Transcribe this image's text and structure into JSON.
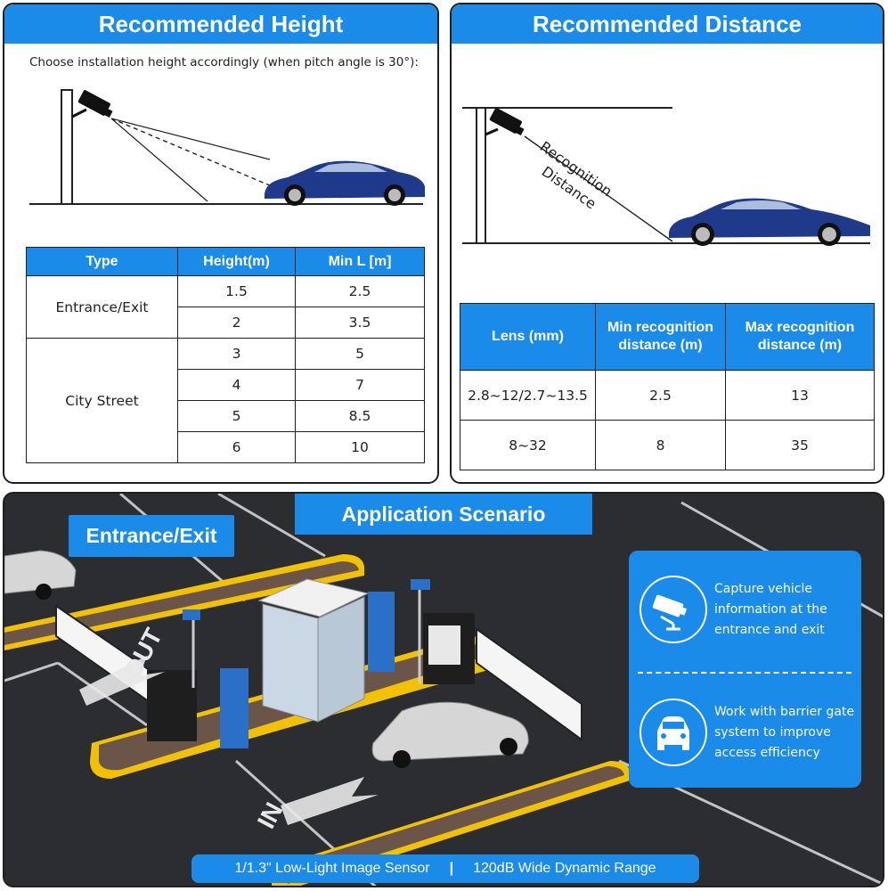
{
  "height_panel": {
    "title": "Recommended Height",
    "subtitle": "Choose installation height accordingly (when pitch angle is 30°):",
    "table": {
      "headers": [
        "Type",
        "Height(m)",
        "Min L [m]"
      ],
      "groups": [
        {
          "type": "Entrance/Exit",
          "rows": [
            [
              "1.5",
              "2.5"
            ],
            [
              "2",
              "3.5"
            ]
          ]
        },
        {
          "type": "City Street",
          "rows": [
            [
              "3",
              "5"
            ],
            [
              "4",
              "7"
            ],
            [
              "5",
              "8.5"
            ],
            [
              "6",
              "10"
            ]
          ]
        }
      ]
    }
  },
  "distance_panel": {
    "title": "Recommended Distance",
    "diagram_label_1": "Recognition",
    "diagram_label_2": "Distance",
    "table": {
      "headers": [
        "Lens (mm)",
        "Min recognition distance (m)",
        "Max recognition distance (m)"
      ],
      "rows": [
        [
          "2.8~12/2.7~13.5",
          "2.5",
          "13"
        ],
        [
          "8~32",
          "8",
          "35"
        ]
      ]
    }
  },
  "application_panel": {
    "title": "Application Scenario",
    "badge": "Entrance/Exit",
    "features": [
      {
        "icon": "cctv-camera-icon",
        "text": "Capture vehicle information at the entrance and exit"
      },
      {
        "icon": "car-icon",
        "text": "Work with barrier gate system to improve access efficiency"
      }
    ],
    "road_markings": [
      "OUT",
      "IN"
    ],
    "specs": [
      "1/1.3\" Low-Light Image Sensor",
      "|",
      "120dB Wide Dynamic Range"
    ]
  },
  "colors": {
    "accent": "#1a8be8",
    "border": "#1f1f1f",
    "car": "#1f3a8a",
    "asphalt": "#2b2d31",
    "hazard_yellow": "#f2c200"
  }
}
